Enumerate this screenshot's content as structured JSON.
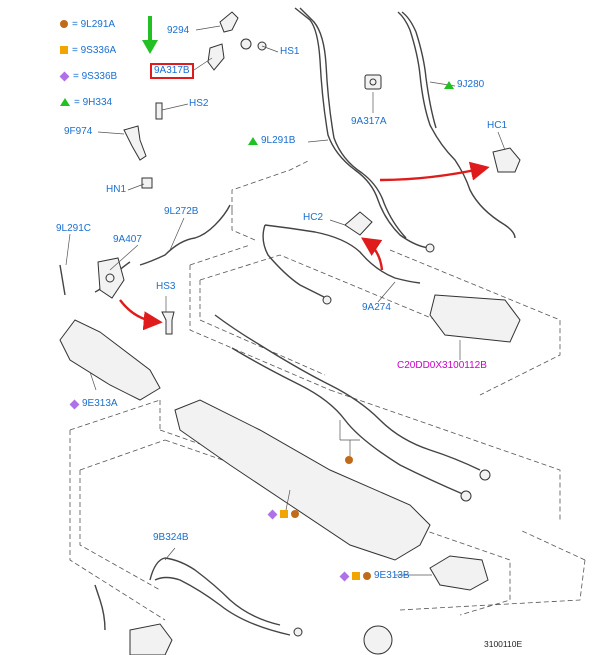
{
  "legend": [
    {
      "symbol": "circle",
      "color": "#c06a1a",
      "text": "= 9L291A"
    },
    {
      "symbol": "square",
      "color": "#f0a500",
      "text": "= 9S336A"
    },
    {
      "symbol": "diamond",
      "color": "#b071e6",
      "text": "= 9S336B"
    },
    {
      "symbol": "triangle",
      "color": "#22c022",
      "text": "= 9H334"
    }
  ],
  "labels": {
    "l9294": "9294",
    "hs1": "HS1",
    "a9a317b": "9A317B",
    "hs2": "HS2",
    "l9f974": "9F974",
    "hn1": "HN1",
    "l9l291c": "9L291C",
    "l9a407": "9A407",
    "l9l272b": "9L272B",
    "hs3": "HS3",
    "l9e313a": "9E313A",
    "l9l291b": "9L291B",
    "l9a317a": "9A317A",
    "l9j280": "9J280",
    "hc1": "HC1",
    "hc2": "HC2",
    "l9a274": "9A274",
    "code": "C20DD0X3100112B",
    "l9b324b": "9B324B",
    "l9e313b": "9E313B",
    "ref": "3100110E"
  },
  "colors": {
    "label_blue": "#1a6fd1",
    "highlight_red": "#e01b1b",
    "code_magenta": "#cc00cc",
    "pointer_green": "#22c022"
  }
}
